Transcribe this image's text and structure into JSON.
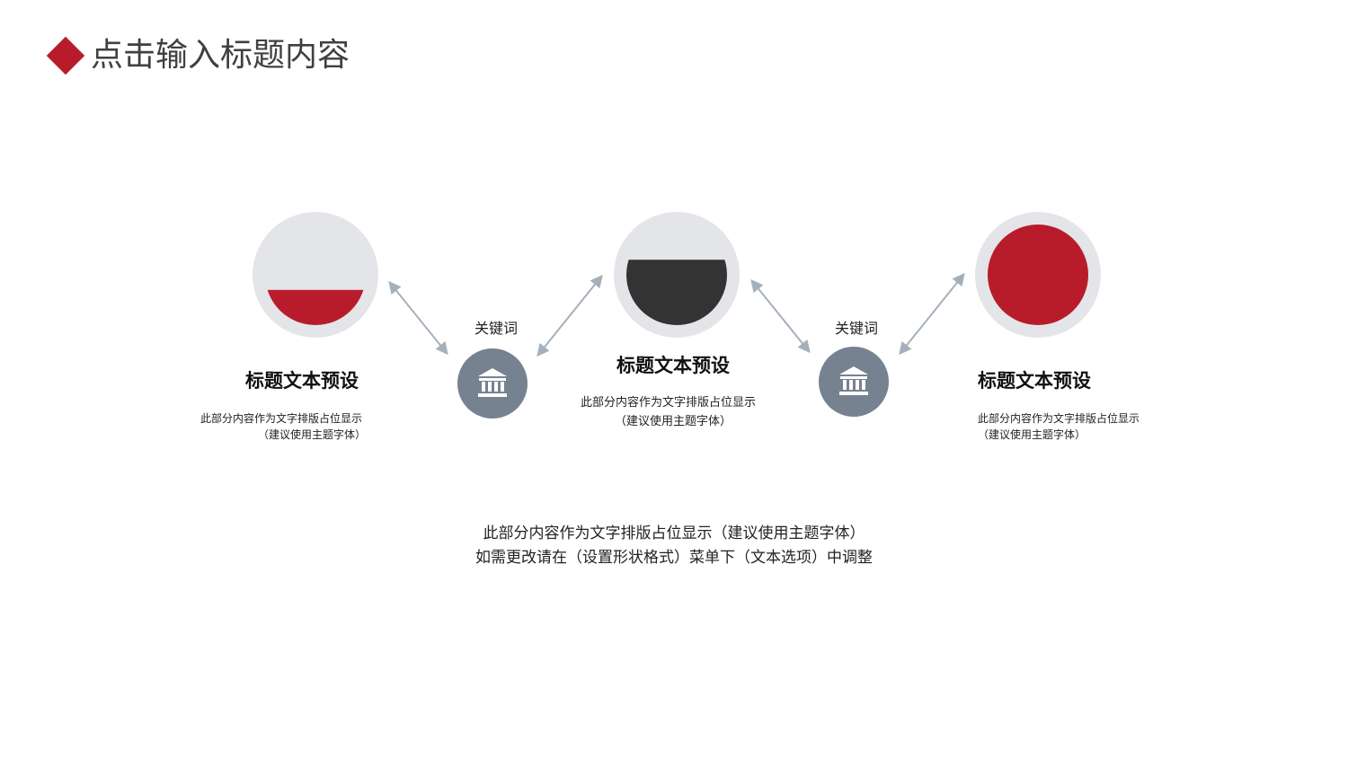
{
  "header": {
    "title": "点击输入标题内容"
  },
  "colors": {
    "accent_red": "#b81c2b",
    "dark": "#333333",
    "circle_bg": "#e4e5e9",
    "icon_bg": "#76828f",
    "arrow": "#a6b0bb"
  },
  "cards": [
    {
      "title": "标题文本预设",
      "desc_line1": "此部分内容作为文字排版占位显示",
      "desc_line2": "（建议使用主题字体）",
      "fill_fraction": 0.35,
      "fill_color": "accent_red"
    },
    {
      "title": "标题文本预设",
      "desc_line1": "此部分内容作为文字排版占位显示",
      "desc_line2": "（建议使用主题字体）",
      "fill_fraction": 0.65,
      "fill_color": "dark"
    },
    {
      "title": "标题文本预设",
      "desc_line1": "此部分内容作为文字排版占位显示",
      "desc_line2": "（建议使用主题字体）",
      "fill_fraction": 1.0,
      "fill_color": "accent_red"
    }
  ],
  "connectors": [
    {
      "keyword": "关键词",
      "icon": "bank-icon"
    },
    {
      "keyword": "关键词",
      "icon": "bank-icon"
    }
  ],
  "footer": {
    "line1": "此部分内容作为文字排版占位显示（建议使用主题字体）",
    "line2": "如需更改请在（设置形状格式）菜单下（文本选项）中调整"
  }
}
